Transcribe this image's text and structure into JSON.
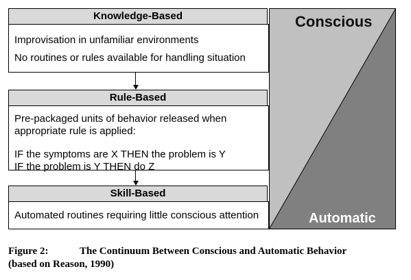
{
  "levels": {
    "knowledge": {
      "title": "Knowledge-Based",
      "lines": [
        "Improvisation in unfamiliar environments",
        "No routines or rules available for handling situation"
      ]
    },
    "rule": {
      "title": "Rule-Based",
      "lines": [
        "Pre-packaged units of behavior released when",
        "appropriate rule is applied:",
        "IF the symptoms are X THEN the problem is Y",
        "IF the problem is Y THEN do Z"
      ]
    },
    "skill": {
      "title": "Skill-Based",
      "lines": [
        "Automated routines requiring little conscious attention"
      ]
    }
  },
  "continuum": {
    "top_label": "Conscious",
    "bottom_label": "Automatic",
    "colors": {
      "light": "#c0c0c0",
      "dark": "#808080",
      "automatic_text": "#ffffff"
    }
  },
  "caption": {
    "figure_number": "Figure 2:",
    "title": "The Continuum Between Conscious and Automatic Behavior",
    "line2": "(based on Reason, 1990)"
  }
}
